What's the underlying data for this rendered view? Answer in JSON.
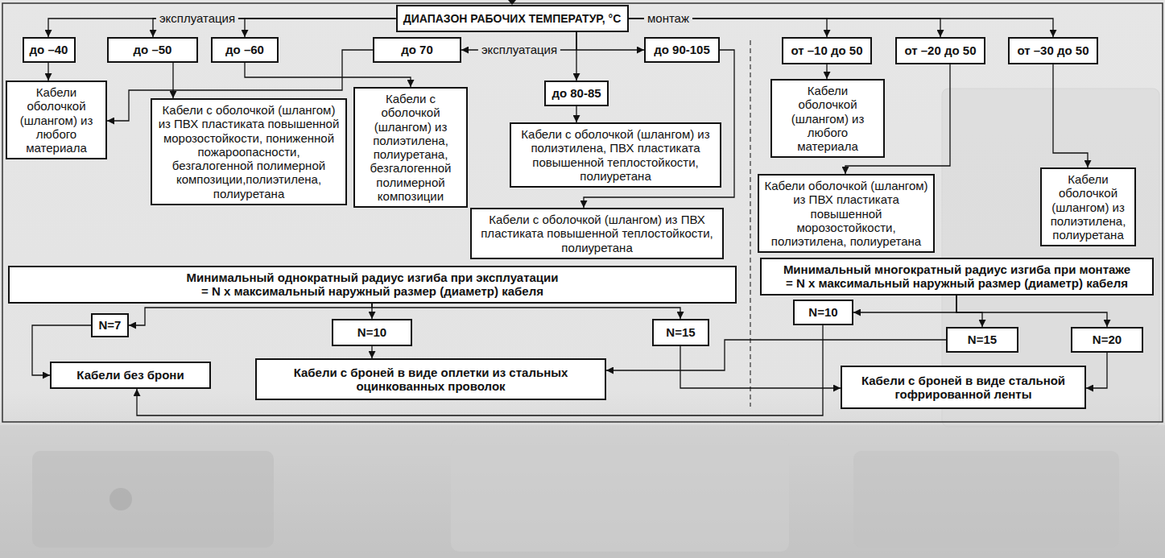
{
  "diagram": {
    "nodes": [
      {
        "text": [
          "ДИАПАЗОН РАБОЧИХ ТЕМПЕРАТУР, °С"
        ]
      },
      {
        "text": [
          "до –40"
        ]
      },
      {
        "text": [
          "до –50"
        ]
      },
      {
        "text": [
          "до –60"
        ]
      },
      {
        "text": [
          "до 70"
        ]
      },
      {
        "text": [
          "до 90-105"
        ]
      },
      {
        "text": [
          "до 80-85"
        ]
      },
      {
        "text": [
          "от –10 до 50"
        ]
      },
      {
        "text": [
          "от –20 до 50"
        ]
      },
      {
        "text": [
          "от –30 до 50"
        ]
      },
      {
        "text": [
          "Кабели оболочкой (шлангом) из любого материала"
        ]
      },
      {
        "text": [
          "Кабели с оболочкой (шлангом) из ПВХ пластиката повышенной морозостойкости, пониженной пожароопасности, безгалогенной полимерной композиции,полиэтилена, полиуретана"
        ]
      },
      {
        "text": [
          "Кабели с оболочкой (шлангом) из полиэтилена, полиуретана, безгалогенной полимерной композиции"
        ]
      },
      {
        "text": [
          "Кабели с оболочкой (шлангом) из полиэтилена, ПВХ пластиката повышенной теплостойкости, полиуретана"
        ]
      },
      {
        "text": [
          "Кабели с оболочкой (шлангом) из ПВХ пластиката повышенной теплостойкости, полиуретана"
        ]
      },
      {
        "text": [
          "Кабели оболочкой (шлангом) из любого материала"
        ]
      },
      {
        "text": [
          "Кабели оболочкой (шлангом) из ПВХ пластиката повышенной морозостойкости, полиэтилена, полиуретана"
        ]
      },
      {
        "text": [
          "Кабели оболочкой (шлангом) из полиэтилена, полиуретана"
        ]
      },
      {
        "text": [
          "Минимальный однократный радиус изгиба при эксплуатации = N x максимальный наружный размер (диаметр) кабеля"
        ]
      },
      {
        "text": [
          "Минимальный многократный радиус изгиба при монтаже = N x максимальный наружный размер (диаметр) кабеля"
        ]
      },
      {
        "text": [
          "N=7"
        ]
      },
      {
        "text": [
          "N=10"
        ]
      },
      {
        "text": [
          "N=15"
        ]
      },
      {
        "text": [
          "N=10"
        ]
      },
      {
        "text": [
          "N=15"
        ]
      },
      {
        "text": [
          "N=20"
        ]
      },
      {
        "text": [
          "Кабели без брони"
        ]
      },
      {
        "text": [
          "Кабели с броней в виде оплетки из стальных оцинкованных проволок"
        ]
      },
      {
        "text": [
          "Кабели с броней в виде стальной гофрированной ленты"
        ]
      }
    ],
    "edges": [
      {
        "from": 0,
        "to": 1,
        "arrow": "to",
        "label": "эксплуатация"
      },
      {
        "from": 0,
        "to": 2,
        "arrow": "to"
      },
      {
        "from": 0,
        "to": 3,
        "arrow": "to"
      },
      {
        "from": 0,
        "to": 4,
        "arrow": "to",
        "label": "эксплуатация"
      },
      {
        "from": 0,
        "to": 5,
        "arrow": "to"
      },
      {
        "from": 0,
        "to": 6,
        "arrow": "to"
      },
      {
        "from": 0,
        "to": 7,
        "arrow": "to",
        "label": "монтаж"
      },
      {
        "from": 0,
        "to": 8,
        "arrow": "to"
      },
      {
        "from": 0,
        "to": 9,
        "arrow": "to"
      },
      {
        "from": 1,
        "to": 10,
        "arrow": "to"
      },
      {
        "from": 2,
        "to": 11,
        "arrow": "to"
      },
      {
        "from": 3,
        "to": 12,
        "arrow": "to"
      },
      {
        "from": 4,
        "to": 10,
        "arrow": "to"
      },
      {
        "from": 6,
        "to": 13,
        "arrow": "to"
      },
      {
        "from": 5,
        "to": 14,
        "arrow": "to"
      },
      {
        "from": 7,
        "to": 15,
        "arrow": "to"
      },
      {
        "from": 8,
        "to": 16,
        "arrow": "to"
      },
      {
        "from": 9,
        "to": 17,
        "arrow": "to"
      },
      {
        "from": 18,
        "to": 20,
        "arrow": "to"
      },
      {
        "from": 18,
        "to": 21,
        "arrow": "to"
      },
      {
        "from": 18,
        "to": 22,
        "arrow": "to"
      },
      {
        "from": 19,
        "to": 23,
        "arrow": "to"
      },
      {
        "from": 19,
        "to": 24,
        "arrow": "to"
      },
      {
        "from": 19,
        "to": 25,
        "arrow": "to"
      },
      {
        "from": 20,
        "to": 26,
        "arrow": "to"
      },
      {
        "from": 21,
        "to": 27,
        "arrow": "to"
      },
      {
        "from": 22,
        "to": 28,
        "arrow": "to"
      },
      {
        "from": 23,
        "to": 26,
        "arrow": "to"
      },
      {
        "from": 24,
        "to": 27,
        "arrow": "to"
      },
      {
        "from": 25,
        "to": 28,
        "arrow": "to"
      }
    ]
  }
}
